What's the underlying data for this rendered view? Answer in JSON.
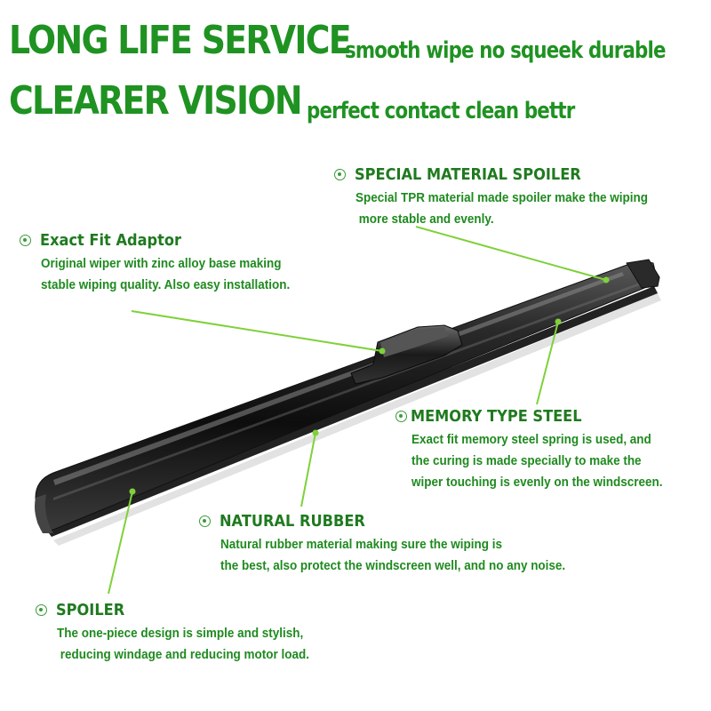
{
  "headline": {
    "line1_big": "LONG LIFE SERVICE",
    "line1_small": "smooth wipe no squeek durable",
    "line2_big": "CLEARER VISION",
    "line2_small": "perfect contact clean bettr"
  },
  "callouts": {
    "special_material_spoiler": {
      "title": "SPECIAL MATERIAL SPOILER",
      "desc": "Special TPR material made spoiler make the wiping\n more stable and evenly."
    },
    "exact_fit_adaptor": {
      "title": "Exact Fit Adaptor",
      "desc": "Original wiper with zinc alloy base making\nstable wiping quality. Also easy installation."
    },
    "memory_type_steel": {
      "title": "MEMORY TYPE STEEL",
      "desc": "Exact fit memory steel spring is used, and\nthe curing is made specially to make the\nwiper touching is evenly on the windscreen."
    },
    "natural_rubber": {
      "title": "NATURAL RUBBER",
      "desc": "Natural rubber material making sure the wiping is\nthe best, also protect the windscreen well, and no any noise."
    },
    "spoiler": {
      "title": "SPOILER",
      "desc": "The one-piece design is simple and stylish,\n reducing windage and reducing motor load."
    }
  },
  "colors": {
    "headline_green": "#1f9222",
    "text_green": "#1f8a1f",
    "leader_line": "#7fd13a",
    "blade_dark": "#1a1a1a"
  }
}
